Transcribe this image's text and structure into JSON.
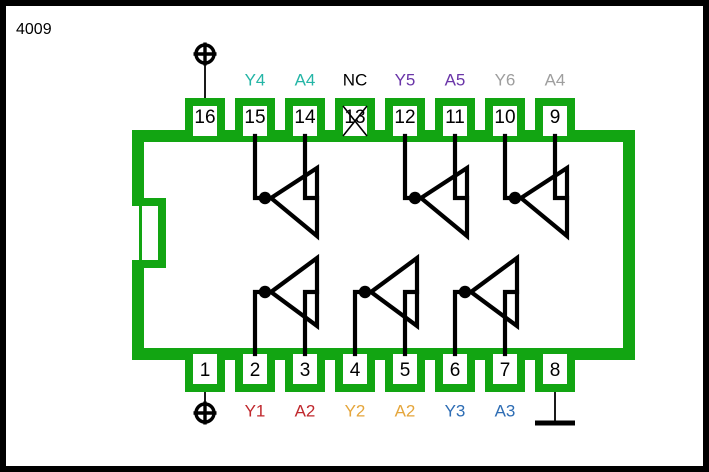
{
  "diagram": {
    "part_number": "4009",
    "package": {
      "body_color": "#12A512",
      "pad_fill": "#ffffff",
      "wire_color": "#000000"
    },
    "symbols": {
      "vcc_label": "vcc-cross-circle",
      "gnd_label": "ground-symbol",
      "nc_marker": "x-cross",
      "notch": "package-notch",
      "gate": "inverter-triangle-bubble"
    },
    "top_pins": [
      {
        "number": "16",
        "label": "",
        "label_color": "#000000",
        "marker": "vcc",
        "gate": false
      },
      {
        "number": "15",
        "label": "Y4",
        "label_color": "#24B5A6",
        "marker": "none",
        "gate": true
      },
      {
        "number": "14",
        "label": "A4",
        "label_color": "#24B5A6",
        "marker": "none",
        "gate": true
      },
      {
        "number": "13",
        "label": "NC",
        "label_color": "#000000",
        "marker": "nc",
        "gate": false
      },
      {
        "number": "12",
        "label": "Y5",
        "label_color": "#6A35A8",
        "marker": "none",
        "gate": true
      },
      {
        "number": "11",
        "label": "A5",
        "label_color": "#6A35A8",
        "marker": "none",
        "gate": true
      },
      {
        "number": "10",
        "label": "Y6",
        "label_color": "#9E9E9E",
        "marker": "none",
        "gate": true
      },
      {
        "number": "9",
        "label": "A4",
        "label_color": "#9E9E9E",
        "marker": "none",
        "gate": true
      }
    ],
    "bottom_pins": [
      {
        "number": "1",
        "label": "",
        "label_color": "#000000",
        "marker": "vcc",
        "gate": false
      },
      {
        "number": "2",
        "label": "Y1",
        "label_color": "#C0282D",
        "marker": "none",
        "gate": true
      },
      {
        "number": "3",
        "label": "A2",
        "label_color": "#C0282D",
        "marker": "none",
        "gate": true
      },
      {
        "number": "4",
        "label": "Y2",
        "label_color": "#E5A63C",
        "marker": "none",
        "gate": true
      },
      {
        "number": "5",
        "label": "A2",
        "label_color": "#E5A63C",
        "marker": "none",
        "gate": true
      },
      {
        "number": "6",
        "label": "Y3",
        "label_color": "#2E6DB4",
        "marker": "none",
        "gate": true
      },
      {
        "number": "7",
        "label": "A3",
        "label_color": "#2E6DB4",
        "marker": "none",
        "gate": true
      },
      {
        "number": "8",
        "label": "",
        "label_color": "#000000",
        "marker": "gnd",
        "gate": false
      }
    ],
    "top_gates": [
      {
        "name": "gate-top-1",
        "out_pin": "15",
        "in_pin": "14"
      },
      {
        "name": "gate-top-2",
        "out_pin": "12",
        "in_pin": "11"
      },
      {
        "name": "gate-top-3",
        "out_pin": "10",
        "in_pin": "9"
      }
    ],
    "bottom_gates": [
      {
        "name": "gate-bottom-1",
        "out_pin": "2",
        "in_pin": "3"
      },
      {
        "name": "gate-bottom-2",
        "out_pin": "4",
        "in_pin": "5"
      },
      {
        "name": "gate-bottom-3",
        "out_pin": "6",
        "in_pin": "7"
      }
    ]
  }
}
